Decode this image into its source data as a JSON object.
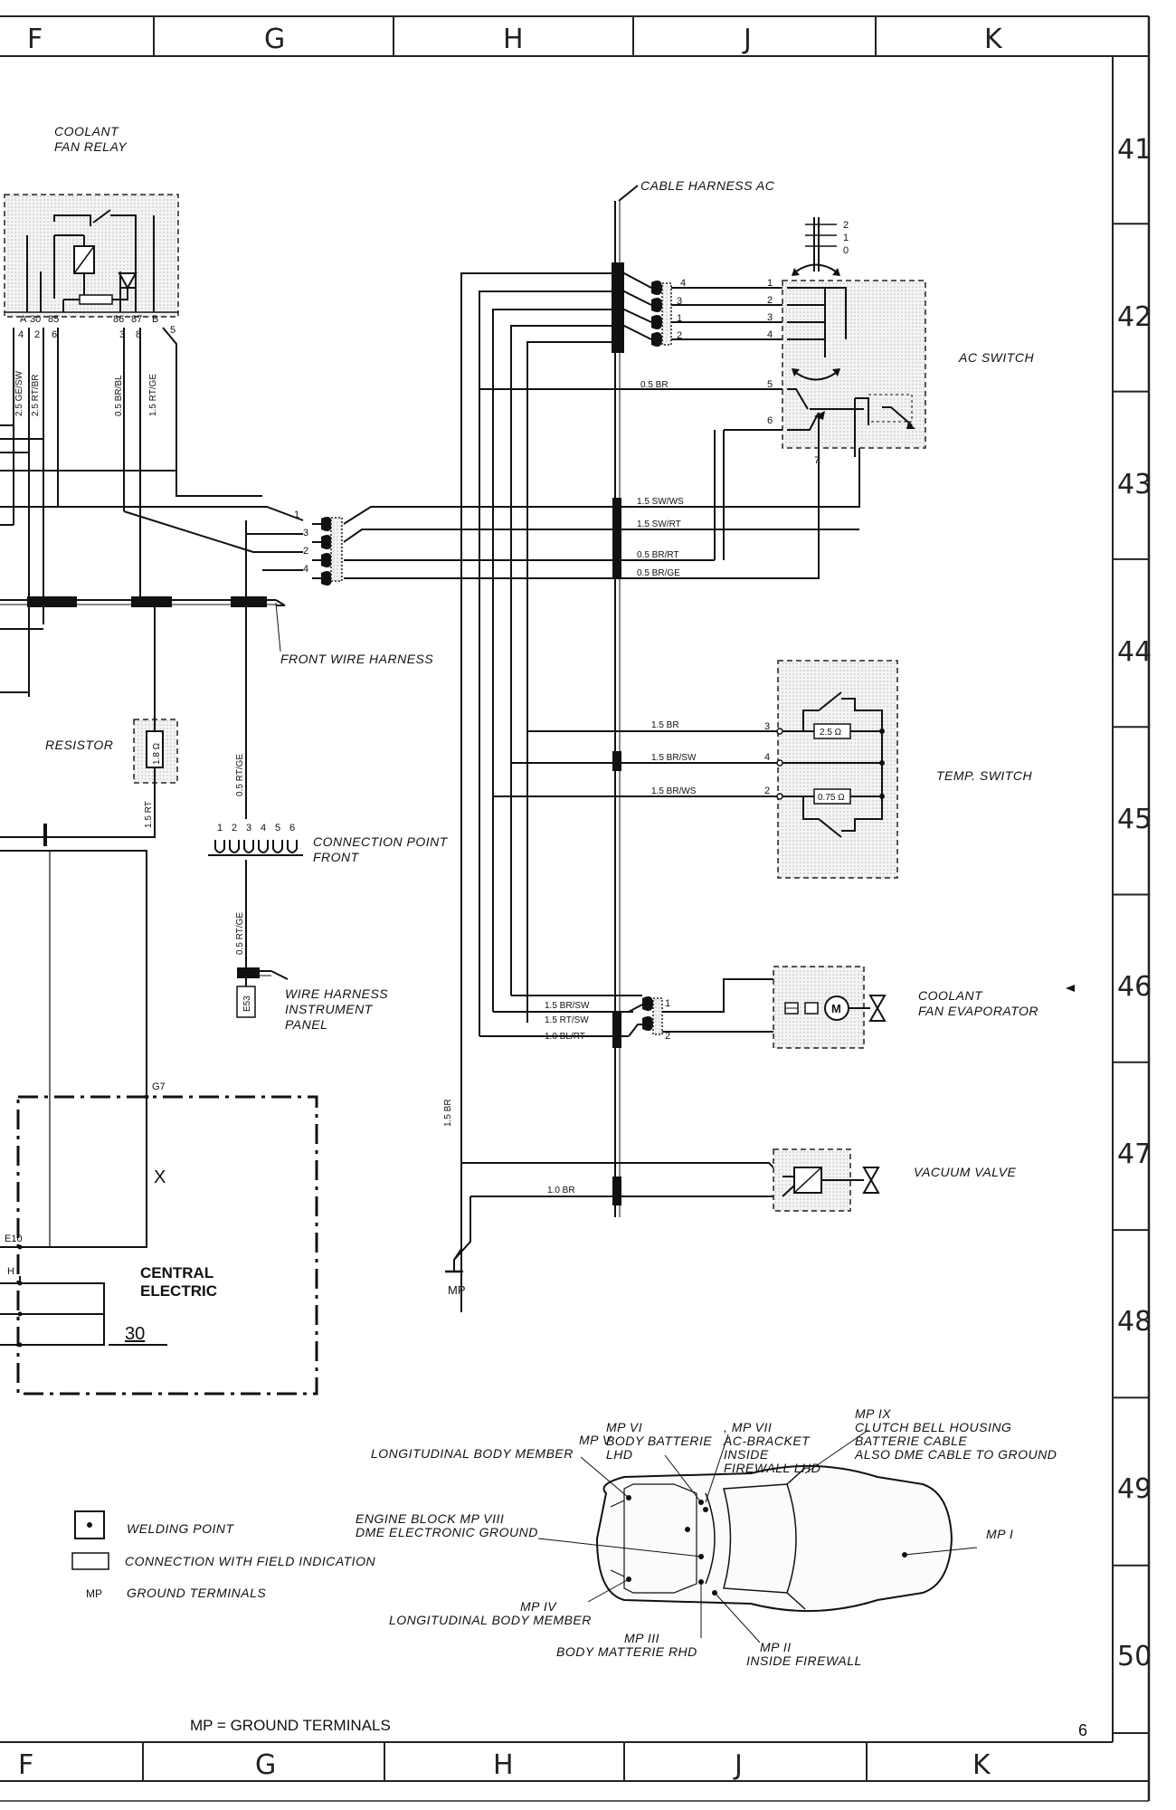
{
  "grid": {
    "top": [
      "F",
      "G",
      "H",
      "J",
      "K"
    ],
    "bottom": [
      "F",
      "G",
      "H",
      "J",
      "K"
    ],
    "rows": [
      "41",
      "42",
      "43",
      "44",
      "45",
      "46",
      "47",
      "48",
      "49",
      "50"
    ]
  },
  "page_number": "6",
  "footer_note": "MP = GROUND TERMINALS",
  "components": {
    "coolant_fan_relay": "COOLANT\nFAN RELAY",
    "cable_harness_ac": "CABLE HARNESS AC",
    "ac_switch": "AC SWITCH",
    "front_wire_harness": "FRONT WIRE HARNESS",
    "resistor": "RESISTOR",
    "temp_switch": "TEMP. SWITCH",
    "connection_point_front": "CONNECTION POINT\nFRONT",
    "wire_harness_instrument_panel": "WIRE HARNESS\nINSTRUMENT\nPANEL",
    "coolant_fan_evaporator": "COOLANT\nFAN EVAPORATOR",
    "vacuum_valve": "VACUUM VALVE",
    "central_electric": "CENTRAL\nELECTRIC",
    "central_x": "X",
    "central_30": "30",
    "mp": "MP"
  },
  "relay_pins": [
    "A",
    "30",
    "85",
    "86",
    "87",
    "B"
  ],
  "relay_pins_lower": [
    "4",
    "2",
    "6",
    "3",
    "8",
    "5"
  ],
  "relay_wires": [
    "2.5 GE/SW",
    "2.5 RT/BR",
    "0.5 BR/BL",
    "1.5 RT/GE"
  ],
  "ac_switch_pins": [
    "1",
    "2",
    "3",
    "4",
    "5",
    "6",
    "7"
  ],
  "ac_switch_positions": [
    "2",
    "1",
    "0"
  ],
  "ac_connector_pins": [
    "4",
    "3",
    "1",
    "2"
  ],
  "front_connector_pins": [
    "1",
    "3",
    "2",
    "4"
  ],
  "wires": {
    "w_05br": "0.5 BR",
    "w_15swws": "1.5 SW/WS",
    "w_15swrt": "1.5 SW/RT",
    "w_05brrt": "0.5 BR/RT",
    "w_05brge": "0.5 BR/GE",
    "w_15br": "1.5 BR",
    "w_15brsw": "1.5 BR/SW",
    "w_15brws": "1.5 BR/WS",
    "w_05rtge_1": "0.5 RT/GE",
    "w_05rtge_2": "0.5 RT/GE",
    "w_15rt": "1.5 RT",
    "w_15brsw_2": "1.5 BR/SW",
    "w_15rtsw": "1.5 RT/SW",
    "w_10blrt": "1.0 BL/RT",
    "w_15br_v": "1.5 BR",
    "w_10br": "1.0 BR"
  },
  "temp_switch_pins": [
    "3",
    "4",
    "2"
  ],
  "temp_switch_values": [
    "2.5 Ω",
    "0.75 Ω"
  ],
  "resistor_value": "1.8 Ω",
  "conn_front_pins": [
    "1",
    "2",
    "3",
    "4",
    "5",
    "6"
  ],
  "fan_pins": [
    "1",
    "2"
  ],
  "fan_motor": "M",
  "instrument_conn": "E53",
  "central_pins": [
    "G7",
    "E10",
    "H"
  ],
  "legend": [
    {
      "symbol": "welding",
      "text": "WELDING POINT"
    },
    {
      "symbol": "box",
      "text": "CONNECTION WITH FIELD INDICATION"
    },
    {
      "symbol": "MP",
      "text": "GROUND TERMINALS"
    }
  ],
  "ground_points": {
    "mp6": "MP VI\nBODY BATTERIE\nLHD",
    "mp5": "MP V\nLONGITUDINAL BODY MEMBER",
    "mp7": ", MP VII\nAC-BRACKET\nINSIDE\nFIREWALL LHD",
    "mp9": "MP IX\nCLUTCH BELL HOUSING\nBATTERIE CABLE\nALSO DME CABLE TO GROUND",
    "mp8": "ENGINE BLOCK   MP VIII\nDME ELECTRONIC GROUND",
    "mp1": "MP I",
    "mp4": "MP IV\nLONGITUDINAL BODY MEMBER",
    "mp3": "MP III\nBODY MATTERIE RHD",
    "mp2": "MP II\nINSIDE FIREWALL"
  }
}
